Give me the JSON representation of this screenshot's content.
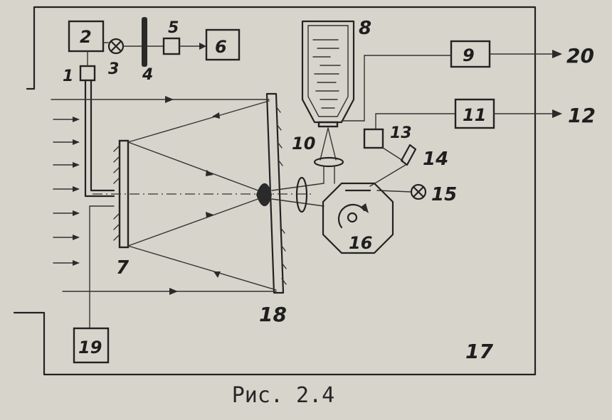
{
  "figure": {
    "caption": "Рис. 2.4",
    "labels": {
      "l1": "1",
      "l2": "2",
      "l3": "3",
      "l4": "4",
      "l5": "5",
      "l6": "6",
      "l7": "7",
      "l8": "8",
      "l9": "9",
      "l10": "10",
      "l11": "11",
      "l12": "12",
      "l13": "13",
      "l14": "14",
      "l15": "15",
      "l16": "16",
      "l17": "17",
      "l18": "18",
      "l19": "19",
      "l20": "20"
    }
  }
}
